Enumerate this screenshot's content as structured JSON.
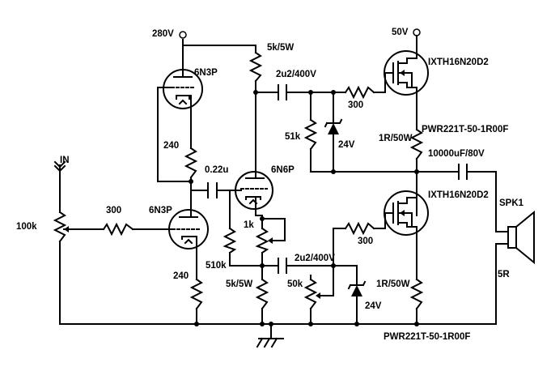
{
  "supplies": {
    "high_voltage": "280V",
    "low_voltage": "50V"
  },
  "input": {
    "label": "IN"
  },
  "tubes": {
    "v1": "6N3P",
    "v2": "6N3P",
    "v3": "6N6P"
  },
  "mosfets": {
    "upper": "IXTH16N20D2",
    "lower": "IXTH16N20D2"
  },
  "resistors": {
    "plate_load": "5k/5W",
    "cathode_load": "5k/5W",
    "upper_cathode": "240",
    "lower_cathode": "240",
    "gate_upper": "300",
    "gate_lower": "300",
    "grid_stopper": "300",
    "bias_upper": "51k",
    "grid_leak": "510k",
    "trim": "1k",
    "bias_pot": "50k",
    "volume": "100k",
    "sense_upper": "1R/50W",
    "sense_lower": "1R/50W",
    "sense_upper_part": "PWR221T-50-1R00F",
    "sense_lower_part": "PWR221T-50-1R00F"
  },
  "capacitors": {
    "coupling": "0.22u",
    "gate_upper": "2u2/400V",
    "gate_lower": "2u2/400V",
    "output": "10000uF/80V"
  },
  "zeners": {
    "upper": "24V",
    "lower": "24V"
  },
  "speaker": {
    "name": "SPK1",
    "impedance": "5R"
  }
}
